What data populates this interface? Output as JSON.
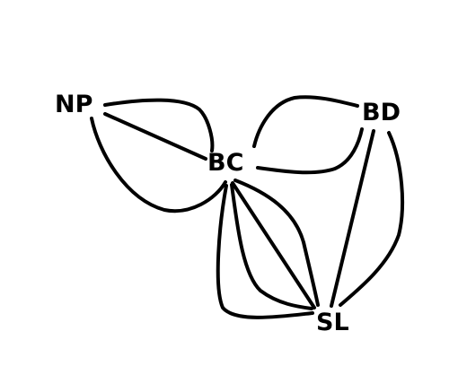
{
  "nodes": [
    {
      "id": "NP",
      "label": "NP"
    },
    {
      "id": "BC",
      "label": "BC"
    },
    {
      "id": "BD",
      "label": "BD"
    },
    {
      "id": "SL",
      "label": "SL"
    }
  ],
  "edges": [
    {
      "from": "NP",
      "to": "BC"
    },
    {
      "from": "NP",
      "to": "BC"
    },
    {
      "from": "NP",
      "to": "BC"
    },
    {
      "from": "BC",
      "to": "BD"
    },
    {
      "from": "BC",
      "to": "BD"
    },
    {
      "from": "BC",
      "to": "SL"
    },
    {
      "from": "BC",
      "to": "SL"
    },
    {
      "from": "BC",
      "to": "SL"
    },
    {
      "from": "BC",
      "to": "SL"
    },
    {
      "from": "BD",
      "to": "SL"
    },
    {
      "from": "BD",
      "to": "SL"
    }
  ],
  "colors": {
    "stroke": "#000000",
    "text": "#000000",
    "background": "#ffffff"
  }
}
